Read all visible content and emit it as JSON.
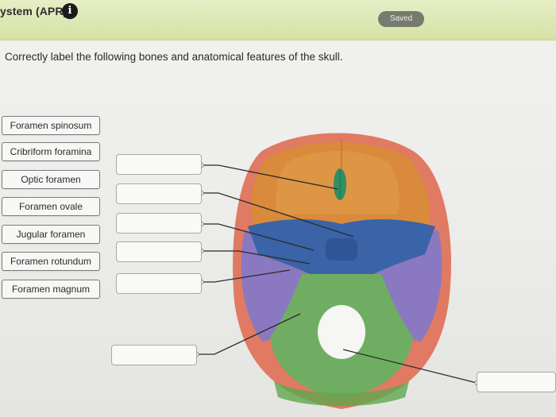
{
  "header": {
    "title": "ystem (APR)",
    "saved_label": "Saved"
  },
  "question": {
    "instruction": "Correctly label the following bones and anatomical features of the skull."
  },
  "labels": [
    "Foramen spinosum",
    "Cribriform foramina",
    "Optic foramen",
    "Foramen ovale",
    "Jugular foramen",
    "Foramen rotundum",
    "Foramen magnum"
  ],
  "colors": {
    "header_bg": "#d9e4ad",
    "frontal": "#d98a3a",
    "sphenoid": "#3a63a8",
    "temporal": "#8a78c0",
    "occipital": "#6fae62",
    "ethmoid": "#2f8f64"
  }
}
